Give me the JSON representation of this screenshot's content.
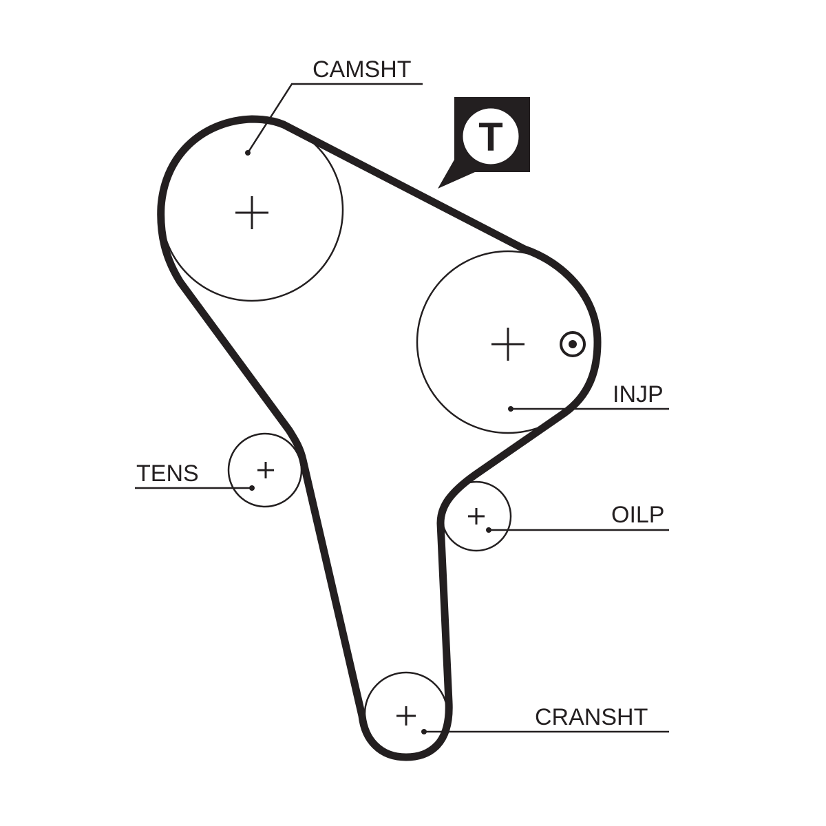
{
  "labels": {
    "camshaft": "CAMSHT",
    "injection_pump": "INJP",
    "tensioner": "TENS",
    "oil_pump": "OILP",
    "crankshaft": "CRANSHT"
  },
  "badge": {
    "letter": "T"
  },
  "colors": {
    "ink": "#231f20",
    "background": "#ffffff"
  }
}
